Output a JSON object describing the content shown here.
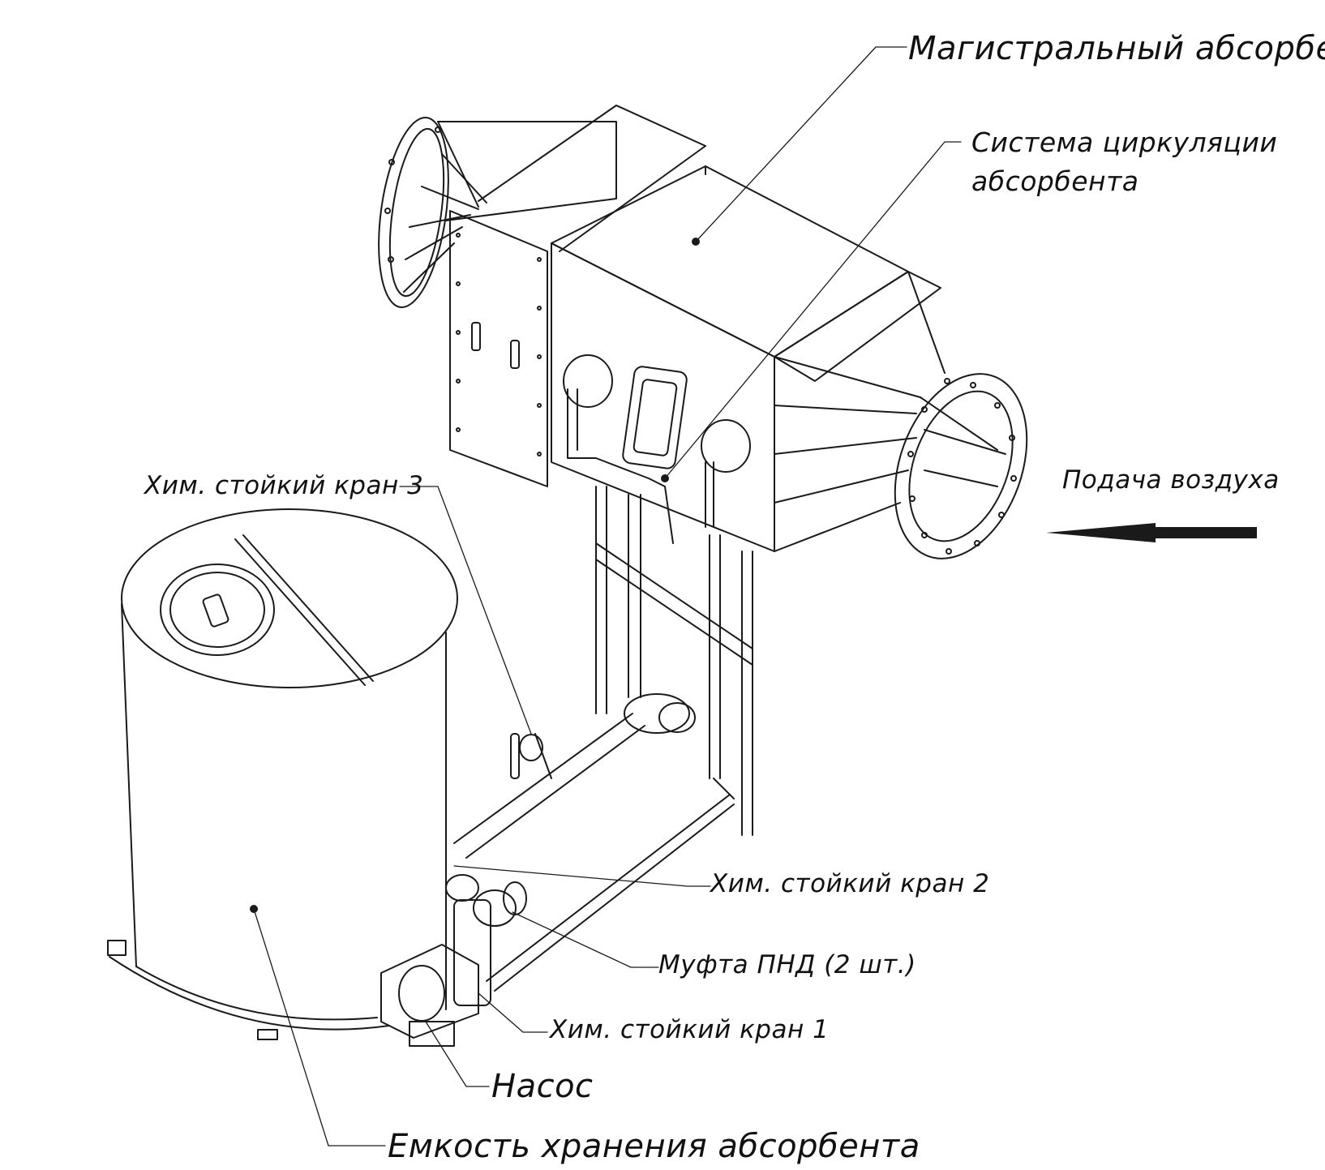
{
  "labels": {
    "main_absorber": "Магистральный абсорбер",
    "circulation_line1": "Система циркуляции",
    "circulation_line2": "абсорбента",
    "air_supply": "Подача воздуха",
    "valve3": "Хим. стойкий кран 3",
    "valve2": "Хим. стойкий кран 2",
    "coupling": "Муфта ПНД (2 шт.)",
    "valve1": "Хим. стойкий кран 1",
    "pump": "Насос",
    "storage_tank": "Емкость хранения абсорбента"
  },
  "colors": {
    "line": "#1a1a1a",
    "background": "#ffffff"
  }
}
